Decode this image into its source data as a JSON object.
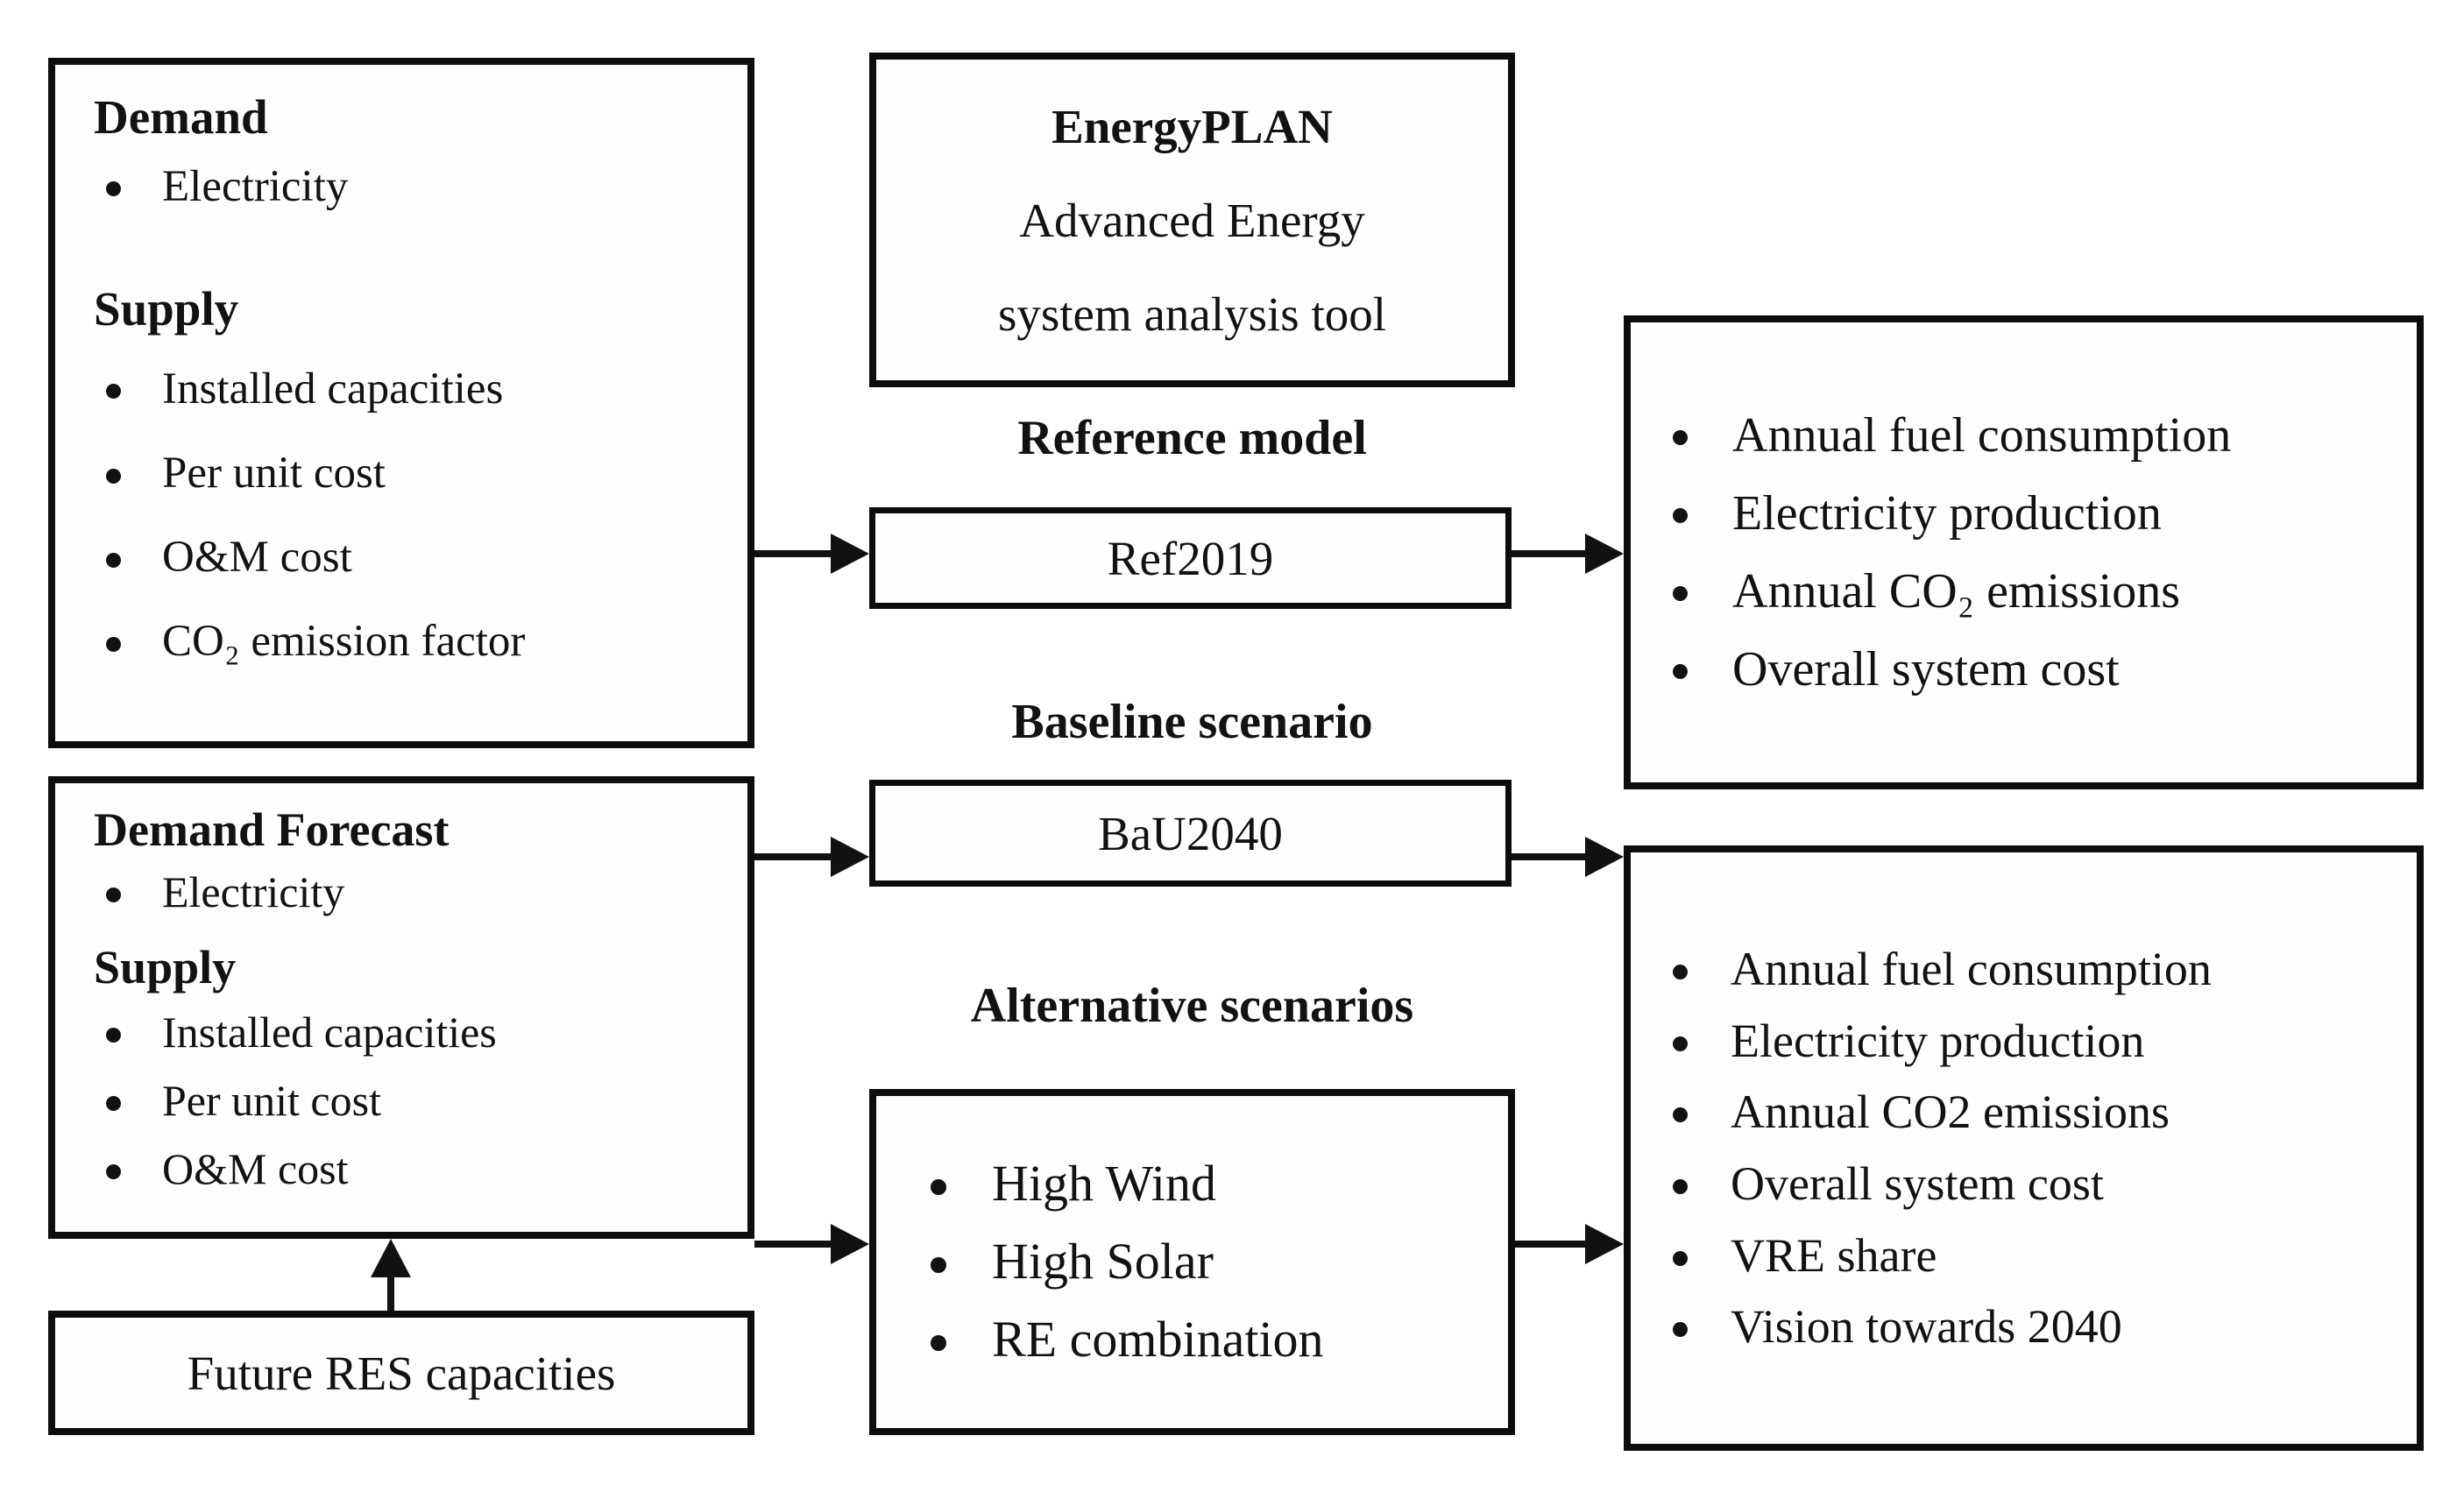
{
  "left_column": {
    "current_box": {
      "heading_demand": "Demand",
      "demand_items": [
        "Electricity"
      ],
      "heading_supply": "Supply",
      "supply_items": [
        "Installed capacities",
        "Per unit cost",
        "O&M cost",
        "CO₂ emission factor"
      ]
    },
    "forecast_box": {
      "heading_demand": "Demand Forecast",
      "demand_items": [
        "Electricity"
      ],
      "heading_supply": "Supply",
      "supply_items": [
        "Installed capacities",
        "Per unit cost",
        "O&M cost"
      ]
    },
    "future_res_box": {
      "label": "Future RES capacities"
    }
  },
  "middle_column": {
    "tool_box": {
      "line1": "EnergyPLAN",
      "line2": "Advanced Energy",
      "line3": "system analysis tool"
    },
    "reference_label": "Reference model",
    "reference_box_label": "Ref2019",
    "baseline_label": "Baseline scenario",
    "baseline_box_label": "BaU2040",
    "alternative_label": "Alternative scenarios",
    "alternative_box_items": [
      "High Wind",
      "High Solar",
      "RE combination"
    ]
  },
  "right_column": {
    "reference_outputs": [
      "Annual fuel consumption",
      "Electricity production",
      "Annual CO₂ emissions",
      "Overall system cost"
    ],
    "scenario_outputs": [
      "Annual fuel consumption",
      "Electricity production",
      "Annual CO2 emissions",
      "Overall system cost",
      "VRE share",
      "Vision towards 2040"
    ]
  },
  "colors": {
    "border": "#0d0d0d",
    "background": "#ffffff",
    "text": "#121212"
  }
}
